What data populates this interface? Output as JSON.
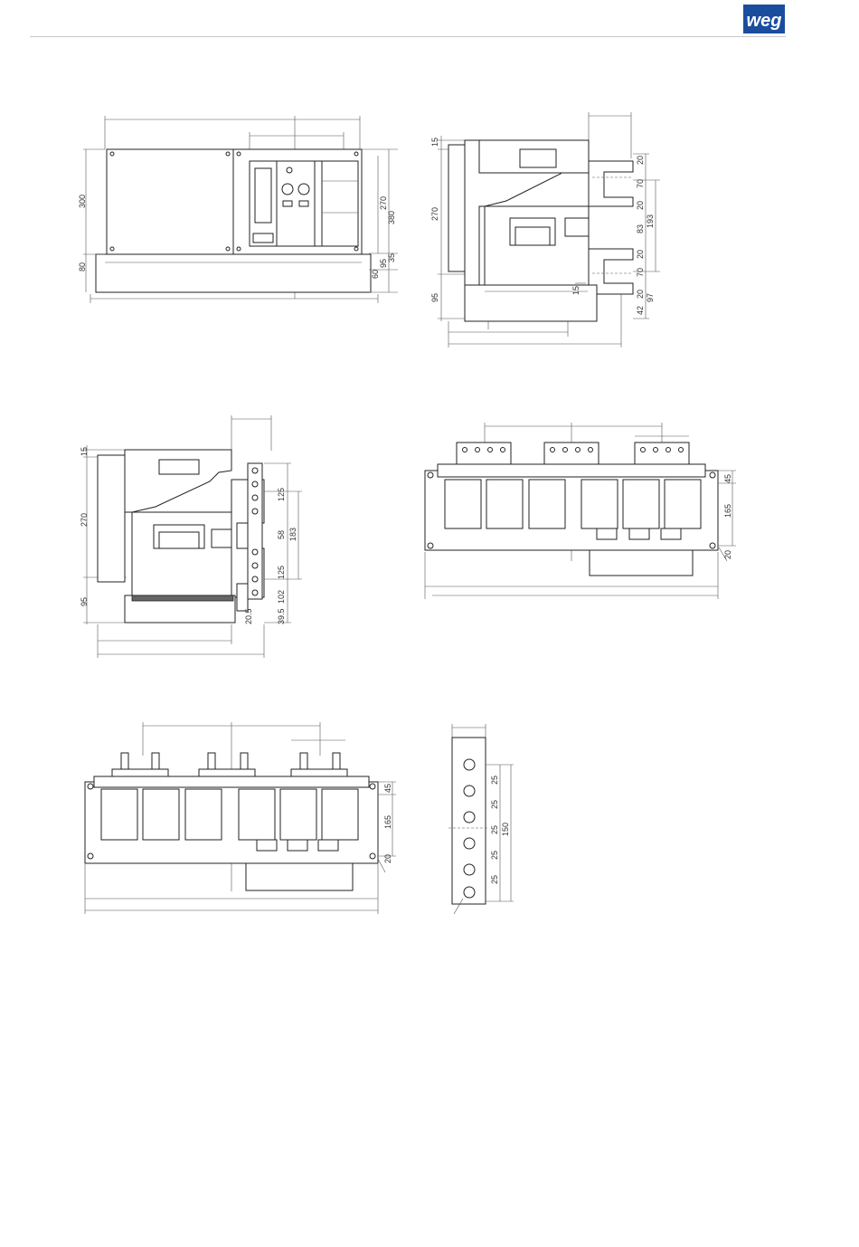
{
  "brand": {
    "logo_text": "weg",
    "color": "#1a4d9e"
  },
  "front_view": {
    "dims": [
      "300",
      "80",
      "270",
      "380",
      "35",
      "95",
      "60"
    ]
  },
  "side_view_front_conn": {
    "dims": [
      "15",
      "270",
      "95",
      "20",
      "70",
      "20",
      "83",
      "193",
      "20",
      "70",
      "20",
      "42",
      "97",
      "15"
    ]
  },
  "side_view_rear_conn": {
    "dims": [
      "15",
      "270",
      "95",
      "125",
      "58",
      "183",
      "125",
      "102",
      "39.5",
      "20.5"
    ]
  },
  "top_view_a": {
    "dims": [
      "45",
      "165",
      "20"
    ]
  },
  "top_view_b": {
    "dims": [
      "45",
      "165",
      "20"
    ]
  },
  "busbar_detail": {
    "dims": [
      "25",
      "25",
      "25",
      "25",
      "25",
      "150"
    ]
  }
}
